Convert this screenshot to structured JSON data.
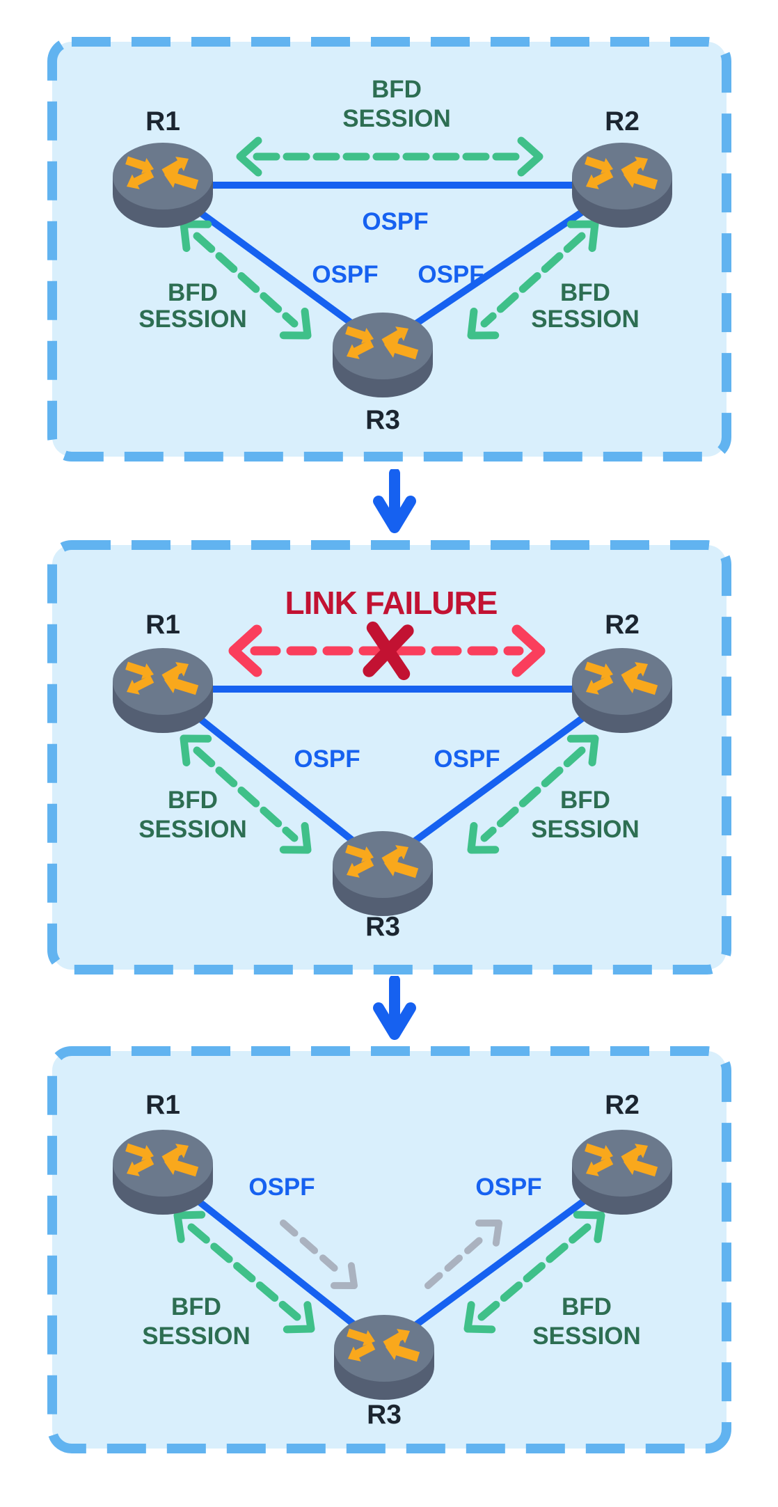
{
  "colors": {
    "page-bg": "#ffffff",
    "panel-fill": "#d9effc",
    "panel-border": "#61b3f0",
    "blue": "#1661f0",
    "green": "#3fc089",
    "green-dark": "#2d6e52",
    "crimson": "#c21232",
    "red-pink": "#fa3e5c",
    "gray": "#aab2bf",
    "ink": "#1b2530",
    "router-top": "#6b798c",
    "router-side": "#545f73",
    "router-arrow": "#f9a81c"
  },
  "labels": {
    "r1": "R1",
    "r2": "R2",
    "r3": "R3",
    "ospf": "OSPF",
    "bfd_line1": "BFD",
    "bfd_line2": "SESSION",
    "link_failure": "LINK FAILURE"
  },
  "panels": [
    {
      "name": "bfd-sessions-established",
      "routers": [
        "R1",
        "R2",
        "R3"
      ],
      "ospf_links": [
        "R1-R2",
        "R1-R3",
        "R2-R3"
      ],
      "bfd_sessions": [
        "R1-R2",
        "R1-R3",
        "R2-R3"
      ]
    },
    {
      "name": "link-failure-detected",
      "annotation": "LINK FAILURE",
      "failed_link": "R1-R2",
      "routers": [
        "R1",
        "R2",
        "R3"
      ],
      "ospf_links": [
        "R1-R2",
        "R1-R3",
        "R2-R3"
      ],
      "bfd_sessions": [
        "R1-R3",
        "R2-R3"
      ]
    },
    {
      "name": "traffic-rerouted-via-r3",
      "routers": [
        "R1",
        "R2",
        "R3"
      ],
      "ospf_links": [
        "R1-R3",
        "R2-R3"
      ],
      "bfd_sessions": [
        "R1-R3",
        "R2-R3"
      ],
      "reroute_path": [
        "R1-R3",
        "R3-R2"
      ]
    }
  ]
}
